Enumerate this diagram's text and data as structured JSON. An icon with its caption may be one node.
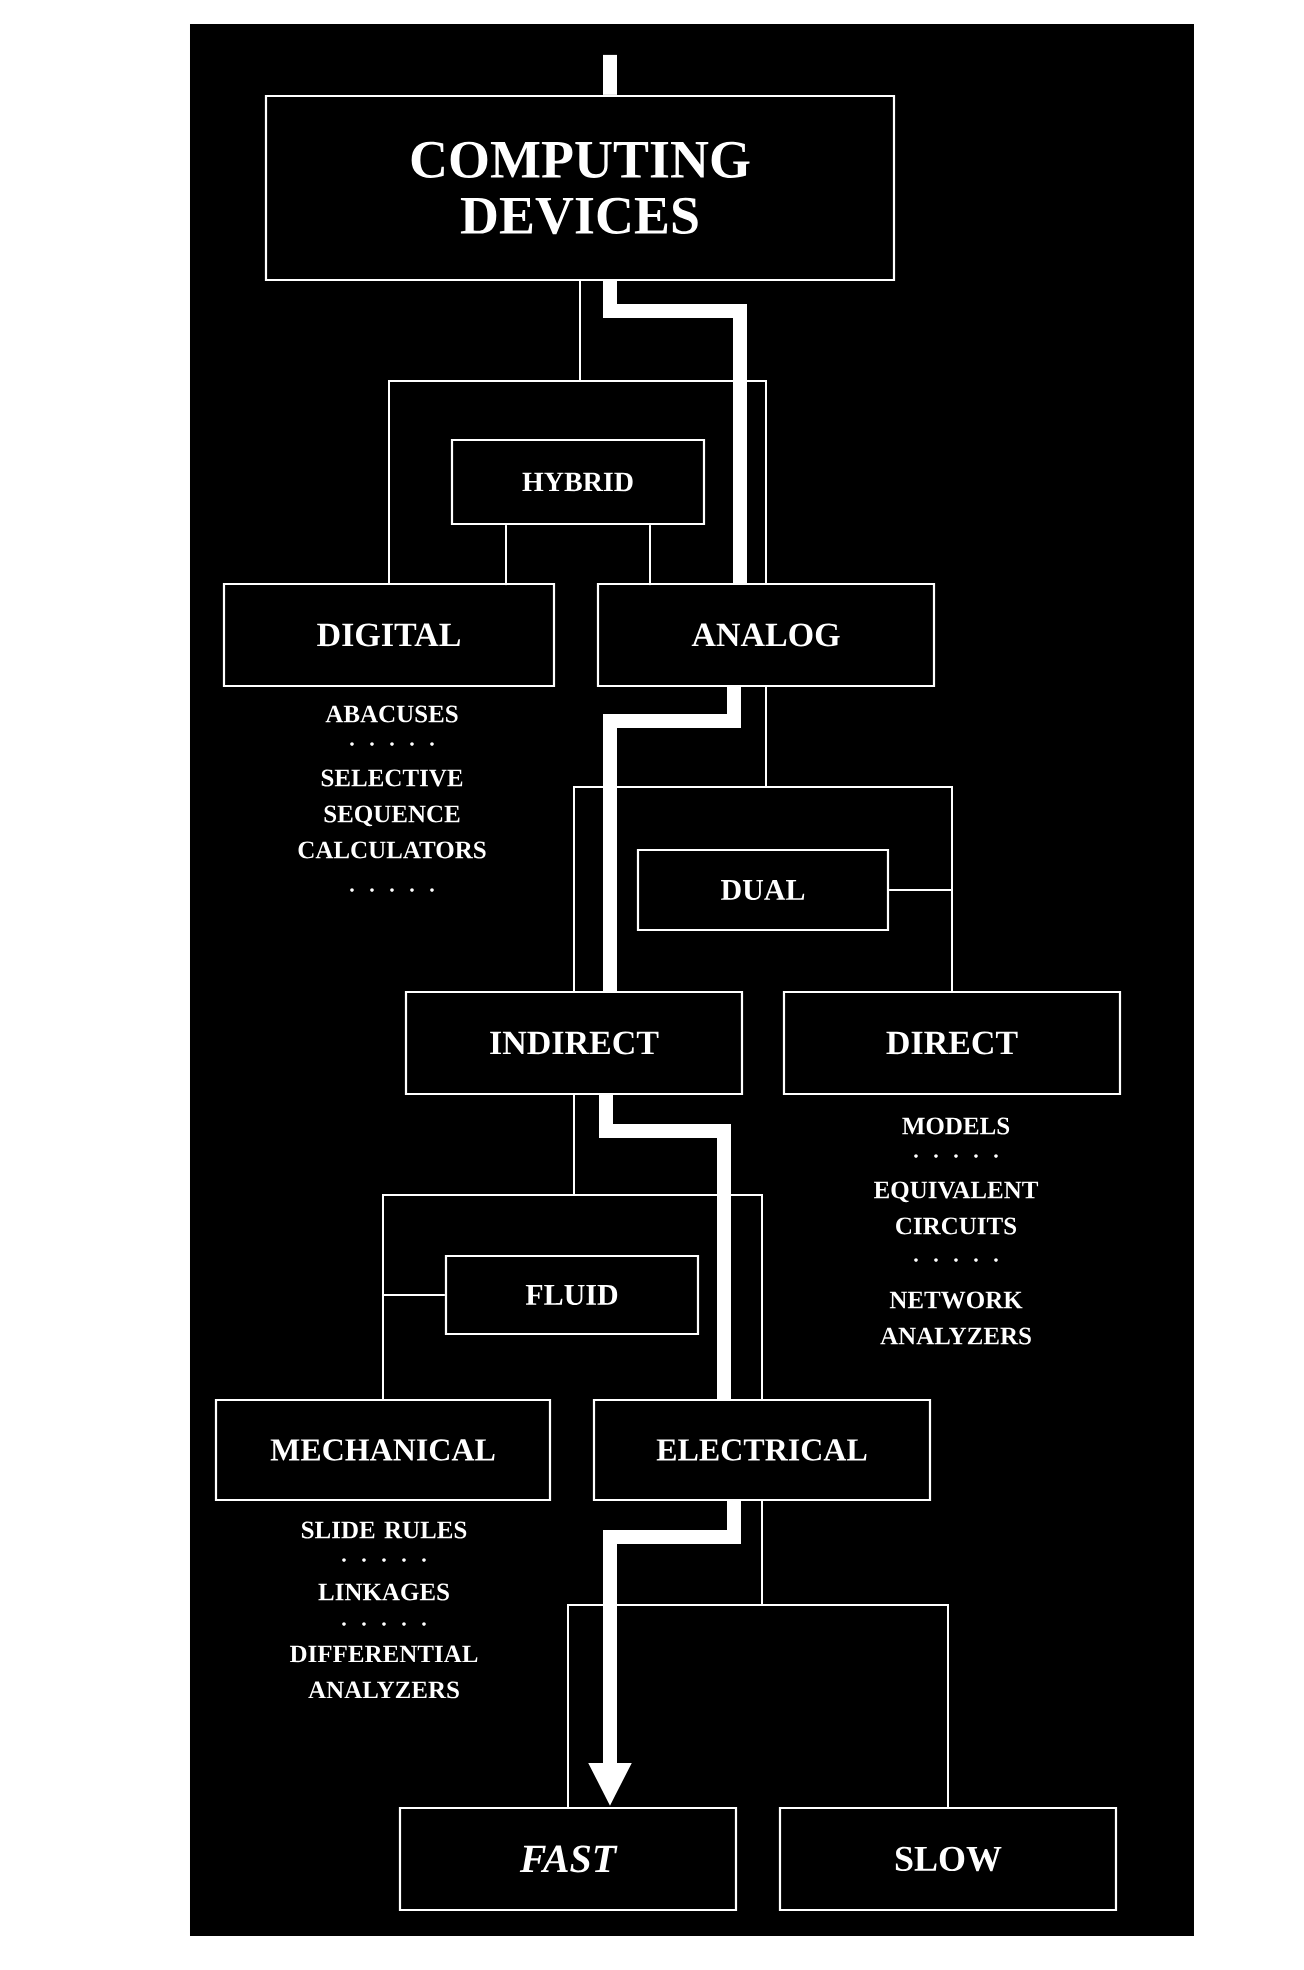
{
  "diagram": {
    "nodes": [
      {
        "text": [
          "COMPUTING DEVICES"
        ]
      },
      {
        "text": [
          "HYBRID"
        ]
      },
      {
        "text": [
          "DIGITAL"
        ],
        "beside": [
          "ABACUSES",
          "SELECTIVE SEQUENCE CALCULATORS"
        ]
      },
      {
        "text": [
          "ANALOG"
        ]
      },
      {
        "text": [
          "DUAL"
        ]
      },
      {
        "text": [
          "INDIRECT"
        ]
      },
      {
        "text": [
          "DIRECT"
        ],
        "beside": [
          "MODELS",
          "EQUIVALENT CIRCUITS",
          "NETWORK ANALYZERS"
        ]
      },
      {
        "text": [
          "FLUID"
        ]
      },
      {
        "text": [
          "MECHANICAL"
        ],
        "beside": [
          "SLIDE RULES",
          "LINKAGES",
          "DIFFERENTIAL ANALYZERS"
        ]
      },
      {
        "text": [
          "ELECTRICAL"
        ]
      },
      {
        "text": [
          "FAST"
        ]
      },
      {
        "text": [
          "SLOW"
        ]
      }
    ],
    "edges": [
      {
        "from": 0,
        "to": 2,
        "arrow": "none"
      },
      {
        "from": 0,
        "to": 3,
        "arrow": "none"
      },
      {
        "from": 1,
        "to": 2,
        "arrow": "none"
      },
      {
        "from": 1,
        "to": 3,
        "arrow": "none"
      },
      {
        "from": 3,
        "to": 5,
        "arrow": "none"
      },
      {
        "from": 3,
        "to": 6,
        "arrow": "none"
      },
      {
        "from": 4,
        "to": 6,
        "arrow": "none"
      },
      {
        "from": 5,
        "to": 8,
        "arrow": "none"
      },
      {
        "from": 5,
        "to": 9,
        "arrow": "none"
      },
      {
        "from": 7,
        "to": 8,
        "arrow": "none"
      },
      {
        "from": 9,
        "to": 10,
        "arrow": "none"
      },
      {
        "from": 9,
        "to": 11,
        "arrow": "none"
      },
      {
        "from": null,
        "to": 0,
        "arrow": "none",
        "style": "thick"
      },
      {
        "from": 0,
        "to": 3,
        "arrow": "none",
        "style": "thick"
      },
      {
        "from": 3,
        "to": 5,
        "arrow": "none",
        "style": "thick"
      },
      {
        "from": 5,
        "to": 9,
        "arrow": "none",
        "style": "thick"
      },
      {
        "from": 9,
        "to": 10,
        "arrow": "to",
        "style": "thick"
      }
    ]
  }
}
